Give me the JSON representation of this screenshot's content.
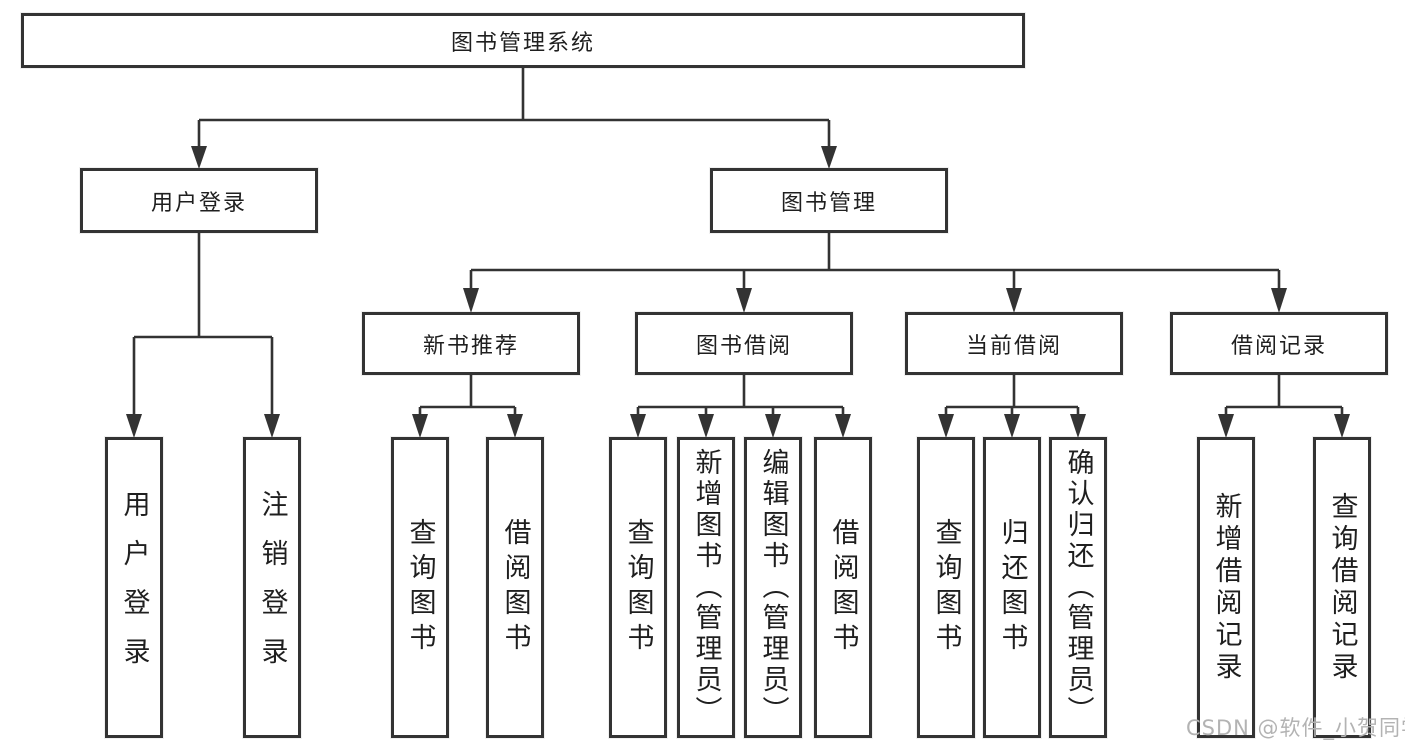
{
  "tree": {
    "root": "图书管理系统",
    "user": {
      "label": "用户登录",
      "children": [
        {
          "label": "用户登录"
        },
        {
          "label": "注销登录"
        }
      ]
    },
    "book": {
      "label": "图书管理",
      "sections": [
        {
          "label": "新书推荐",
          "children": [
            {
              "label": "查询图书"
            },
            {
              "label": "借阅图书"
            }
          ]
        },
        {
          "label": "图书借阅",
          "children": [
            {
              "label": "查询图书"
            },
            {
              "label": "新增图书（管理员）"
            },
            {
              "label": "编辑图书（管理员）"
            },
            {
              "label": "借阅图书"
            }
          ]
        },
        {
          "label": "当前借阅",
          "children": [
            {
              "label": "查询图书"
            },
            {
              "label": "归还图书"
            },
            {
              "label": "确认归还（管理员）"
            }
          ]
        },
        {
          "label": "借阅记录",
          "children": [
            {
              "label": "新增借阅记录"
            },
            {
              "label": "查询借阅记录"
            }
          ]
        }
      ]
    }
  },
  "watermark": {
    "text": "CSDN @软件_小贺同学"
  },
  "colors": {
    "line": "#333333",
    "text": "#1f1f1f",
    "background": "#ffffff",
    "watermark": "#b3b3b3"
  }
}
